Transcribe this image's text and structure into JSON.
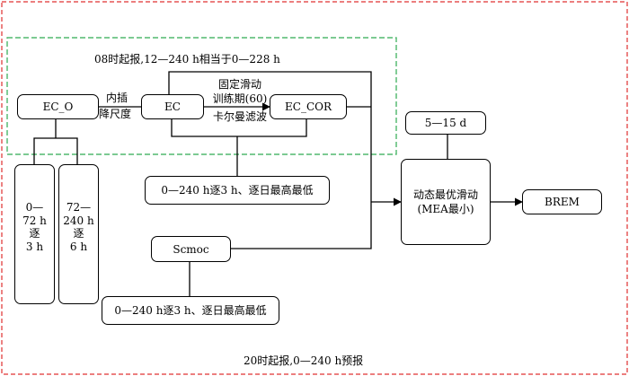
{
  "diagram": {
    "header_text": "08时起报,12—240 h相当于0—228 h",
    "footer_text": "20时起报,0—240 h预报",
    "nodes": {
      "ec_o": "EC_O",
      "ec": "EC",
      "ec_cor": "EC_COR",
      "scmoc": "Scmoc",
      "range_5_15d": "5—15 d",
      "mea": [
        "动态最优滑动",
        "(MEA最小)"
      ],
      "brem": "BREM",
      "ec_spec": "0—240 h逐3 h、逐日最高最低",
      "scmoc_spec": "0—240 h逐3 h、逐日最高最低"
    },
    "edge_labels": {
      "interp": [
        "内插",
        "降尺度"
      ],
      "training": [
        "固定滑动",
        "训练期(60)",
        "卡尔曼滤波"
      ]
    },
    "columns": {
      "left": [
        "0—",
        "72 h",
        "逐",
        "3 h"
      ],
      "right": [
        "72—",
        "240 h",
        "逐",
        "6 h"
      ]
    },
    "colors": {
      "outer_border": "#e03030",
      "inner_border": "#2eaa50",
      "line": "#000000"
    }
  }
}
